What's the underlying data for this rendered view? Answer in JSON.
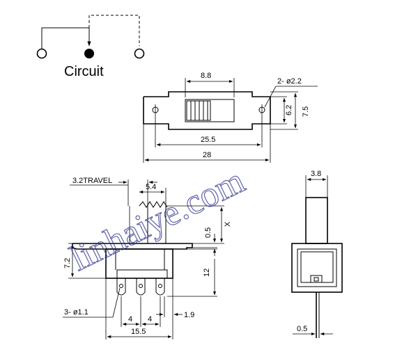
{
  "circuit": {
    "label": "Circuit"
  },
  "top_view": {
    "dim_slider_width": "8.8",
    "dim_hole": "2- ø2.2",
    "dim_hole_spacing_v": "6.2",
    "dim_height": "7.5",
    "dim_hole_spacing_h": "25.5",
    "dim_overall_length": "28"
  },
  "front_view": {
    "travel_label": "3.2TRAVEL",
    "dim_actuator": "5.4",
    "dim_actuator_height": "0.5",
    "dim_x": "X",
    "dim_body_height": "7.2",
    "dim_pin_length": "12",
    "dim_pin_hole": "3- ø1.1",
    "dim_pitch_1": "4",
    "dim_pitch_2": "4",
    "dim_pin_offset": "1.9",
    "dim_body_length": "15.5"
  },
  "side_view": {
    "dim_actuator_width": "3.8",
    "dim_pin_thickness": "0.5"
  },
  "watermark": {
    "text": "linhaiye.com"
  }
}
